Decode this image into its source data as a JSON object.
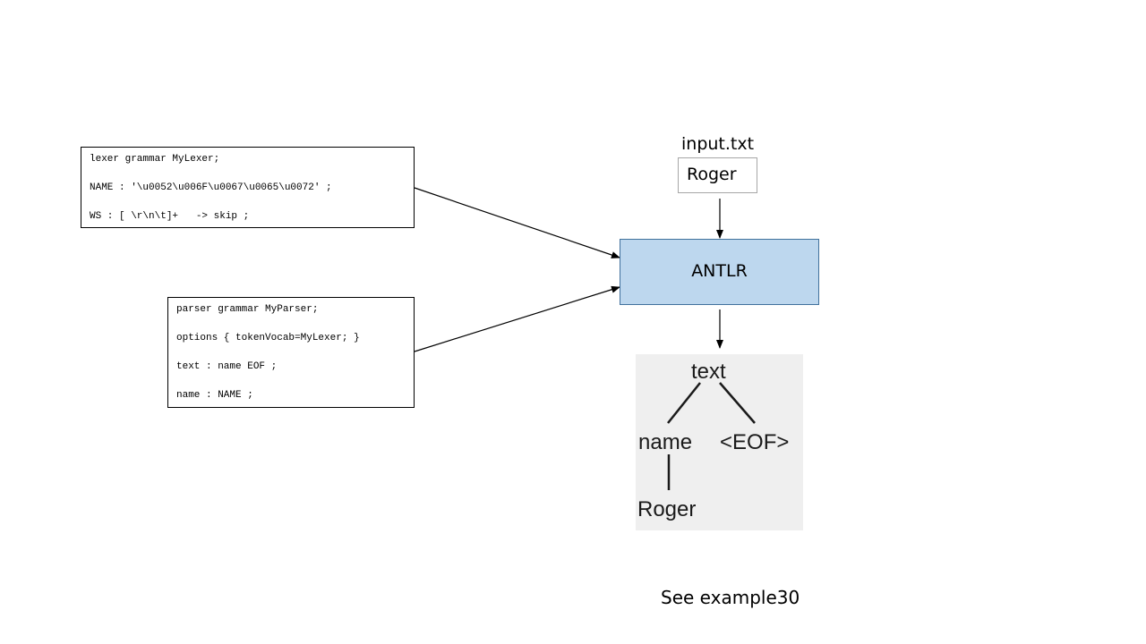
{
  "lexer_grammar": {
    "lines": [
      "lexer grammar MyLexer;",
      "NAME : '\\u0052\\u006F\\u0067\\u0065\\u0072' ;",
      "WS : [ \\r\\n\\t]+   -> skip ;"
    ]
  },
  "parser_grammar": {
    "lines": [
      "parser grammar MyParser;",
      "options { tokenVocab=MyLexer; }",
      "text : name EOF ;",
      "name : NAME ;"
    ]
  },
  "input_file": {
    "label": "input.txt",
    "content": "Roger"
  },
  "tool": {
    "label": "ANTLR"
  },
  "parse_tree": {
    "root": "text",
    "children": [
      "name",
      "<EOF>"
    ],
    "leaf": "Roger"
  },
  "footer": {
    "note": "See example30"
  },
  "colors": {
    "antlr_fill": "#bdd7ee",
    "antlr_border": "#41719c",
    "tree_background": "#efefef"
  }
}
